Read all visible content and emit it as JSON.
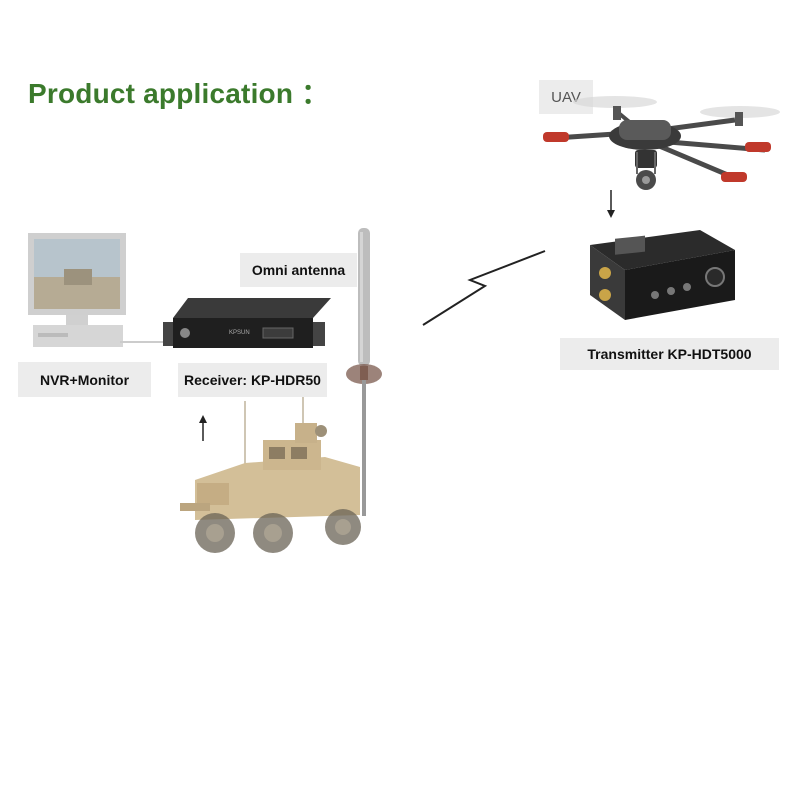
{
  "title": "Product application ：",
  "labels": {
    "uav": "UAV",
    "omni_antenna": "Omni antenna",
    "nvr_monitor": "NVR+Monitor",
    "receiver": "Receiver: KP-HDR50",
    "transmitter": "Transmitter KP-HDT5000"
  },
  "device_text": {
    "receiver_brand": "KPSUN"
  },
  "colors": {
    "title": "#3b7a2c",
    "label_bg": "#ececec",
    "vehicle": "#c9b28a",
    "device_dark": "#1f1f1f"
  },
  "icons": [
    "drone-icon",
    "transmitter-device",
    "receiver-rack",
    "monitor-icon",
    "antenna-icon",
    "vehicle-icon",
    "wireless-link-icon"
  ]
}
